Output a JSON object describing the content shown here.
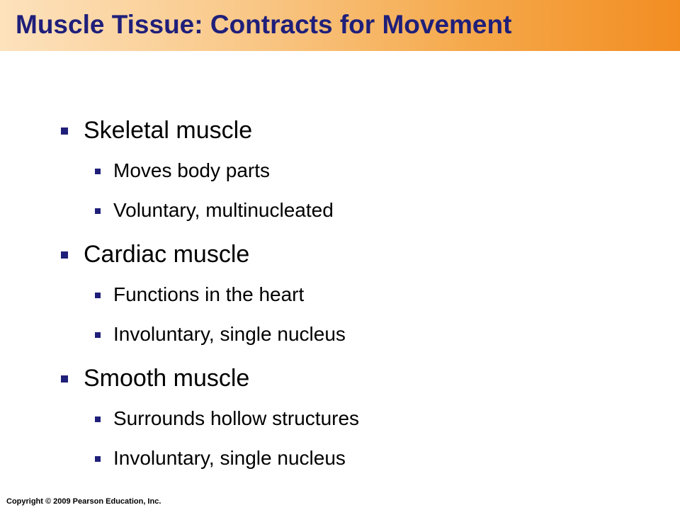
{
  "slide": {
    "title": "Muscle Tissue: Contracts for Movement",
    "bullets": [
      {
        "text": "Skeletal muscle"
      },
      {
        "text": "Moves body parts"
      },
      {
        "text": "Voluntary, multinucleated"
      },
      {
        "text": "Cardiac muscle"
      },
      {
        "text": "Functions in the heart"
      },
      {
        "text": "Involuntary, single nucleus"
      },
      {
        "text": "Smooth muscle"
      },
      {
        "text": "Surrounds hollow structures"
      },
      {
        "text": "Involuntary, single nucleus"
      }
    ],
    "footer": {
      "copyright": "Copyright © 2009 Pearson Education, Inc."
    }
  },
  "colors": {
    "title_text": "#1f1f7a",
    "bullet_marker": "#1f1f7a",
    "title_bar_start": "#fde2bd",
    "title_bar_end": "#f28d22",
    "body_text": "#000000"
  }
}
